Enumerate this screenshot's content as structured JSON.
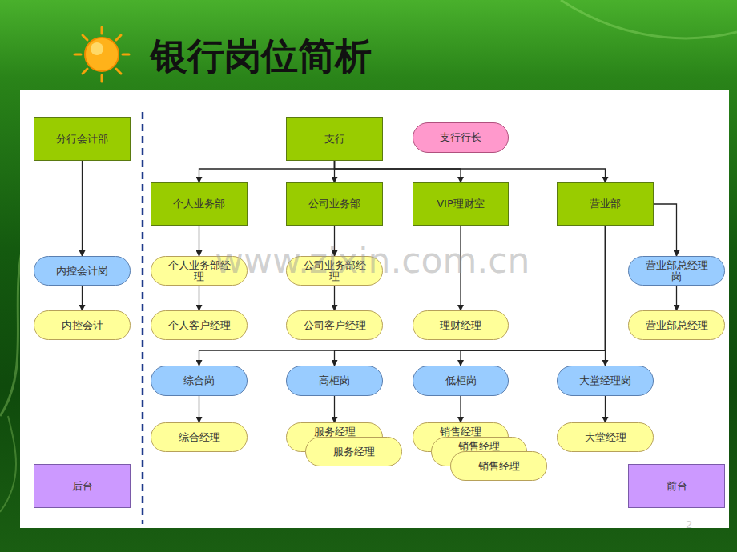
{
  "diagram": {
    "title": "银行岗位简析",
    "nodes": [
      {
        "text": [
          "分行会计部"
        ]
      },
      {
        "text": [
          "支行"
        ]
      },
      {
        "text": [
          "支行行长"
        ]
      },
      {
        "text": [
          "个人业务部"
        ]
      },
      {
        "text": [
          "公司业务部"
        ]
      },
      {
        "text": [
          "VIP理财室"
        ]
      },
      {
        "text": [
          "营业部"
        ]
      },
      {
        "text": [
          "内控会计岗"
        ]
      },
      {
        "text": [
          "个人业务部经理"
        ]
      },
      {
        "text": [
          "公司业务部经理"
        ]
      },
      {
        "text": [
          "营业部总经理岗"
        ]
      },
      {
        "text": [
          "内控会计"
        ]
      },
      {
        "text": [
          "个人客户经理"
        ]
      },
      {
        "text": [
          "公司客户经理"
        ]
      },
      {
        "text": [
          "理财经理"
        ]
      },
      {
        "text": [
          "营业部总经理"
        ]
      },
      {
        "text": [
          "综合岗"
        ]
      },
      {
        "text": [
          "高柜岗"
        ]
      },
      {
        "text": [
          "低柜岗"
        ]
      },
      {
        "text": [
          "大堂经理岗"
        ]
      },
      {
        "text": [
          "综合经理"
        ]
      },
      {
        "text": [
          "服务经理"
        ]
      },
      {
        "text": [
          "服务经理"
        ]
      },
      {
        "text": [
          "销售经理"
        ]
      },
      {
        "text": [
          "销售经理"
        ]
      },
      {
        "text": [
          "销售经理"
        ]
      },
      {
        "text": [
          "大堂经理"
        ]
      },
      {
        "text": [
          "后台"
        ]
      },
      {
        "text": [
          "前台"
        ]
      }
    ],
    "edges": [
      {
        "from": 0,
        "to": 7,
        "arrow": "to"
      },
      {
        "from": 7,
        "to": 11,
        "arrow": "to"
      },
      {
        "from": 1,
        "to": 3,
        "arrow": "to"
      },
      {
        "from": 1,
        "to": 4,
        "arrow": "to"
      },
      {
        "from": 1,
        "to": 5,
        "arrow": "to"
      },
      {
        "from": 1,
        "to": 6,
        "arrow": "to"
      },
      {
        "from": 3,
        "to": 8,
        "arrow": "to"
      },
      {
        "from": 8,
        "to": 12,
        "arrow": "to"
      },
      {
        "from": 4,
        "to": 9,
        "arrow": "to"
      },
      {
        "from": 9,
        "to": 13,
        "arrow": "to"
      },
      {
        "from": 5,
        "to": 14,
        "arrow": "to"
      },
      {
        "from": 6,
        "to": 10,
        "arrow": "to"
      },
      {
        "from": 10,
        "to": 15,
        "arrow": "to"
      },
      {
        "from": 6,
        "to": 16,
        "arrow": "to"
      },
      {
        "from": 6,
        "to": 17,
        "arrow": "to"
      },
      {
        "from": 6,
        "to": 18,
        "arrow": "to"
      },
      {
        "from": 6,
        "to": 19,
        "arrow": "to"
      },
      {
        "from": 16,
        "to": 20,
        "arrow": "to"
      },
      {
        "from": 17,
        "to": 21,
        "arrow": "to"
      },
      {
        "from": 18,
        "to": 23,
        "arrow": "to"
      },
      {
        "from": 19,
        "to": 26,
        "arrow": "to"
      }
    ],
    "labels": [
      "www.zixin.com.cn",
      "2"
    ]
  }
}
